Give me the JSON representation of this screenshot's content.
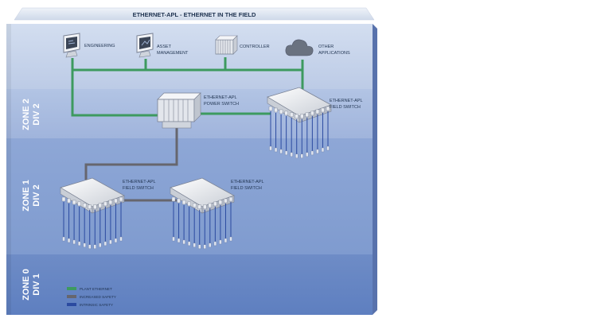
{
  "title": "ETHERNET-APL - ETHERNET IN THE FIELD",
  "zones": [
    {
      "line1": "ZONE 2",
      "line2": "DIV 2"
    },
    {
      "line1": "ZONE 1",
      "line2": "DIV 2"
    },
    {
      "line1": "ZONE 0",
      "line2": "DIV 1"
    }
  ],
  "devices": {
    "engineering": {
      "label": "ENGINEERING"
    },
    "asset_management": {
      "line1": "ASSET",
      "line2": "MANAGEMENT"
    },
    "controller": {
      "label": "CONTROLLER"
    },
    "other_applications": {
      "line1": "OTHER",
      "line2": "APPLICATIONS"
    },
    "power_switch": {
      "line1": "ETHERNET-APL",
      "line2": "POWER SWITCH"
    },
    "field_switch_top": {
      "line1": "ETHERNET-APL",
      "line2": "FIELD SWITCH"
    },
    "field_switch_left": {
      "line1": "ETHERNET-APL",
      "line2": "FIELD SWITCH"
    },
    "field_switch_mid": {
      "line1": "ETHERNET-APL",
      "line2": "FIELD SWITCH"
    }
  },
  "legend": [
    {
      "label": "PLANT ETHERNET",
      "color": "#3d9a5f"
    },
    {
      "label": "INCREASED SAFETY",
      "color": "#66666e"
    },
    {
      "label": "INTRINSIC SAFETY",
      "color": "#2b4aa0"
    }
  ],
  "colors": {
    "plant_ethernet": "#3d9a5f",
    "increased_safety": "#66666e",
    "intrinsic_safety": "#2b4aa0"
  }
}
